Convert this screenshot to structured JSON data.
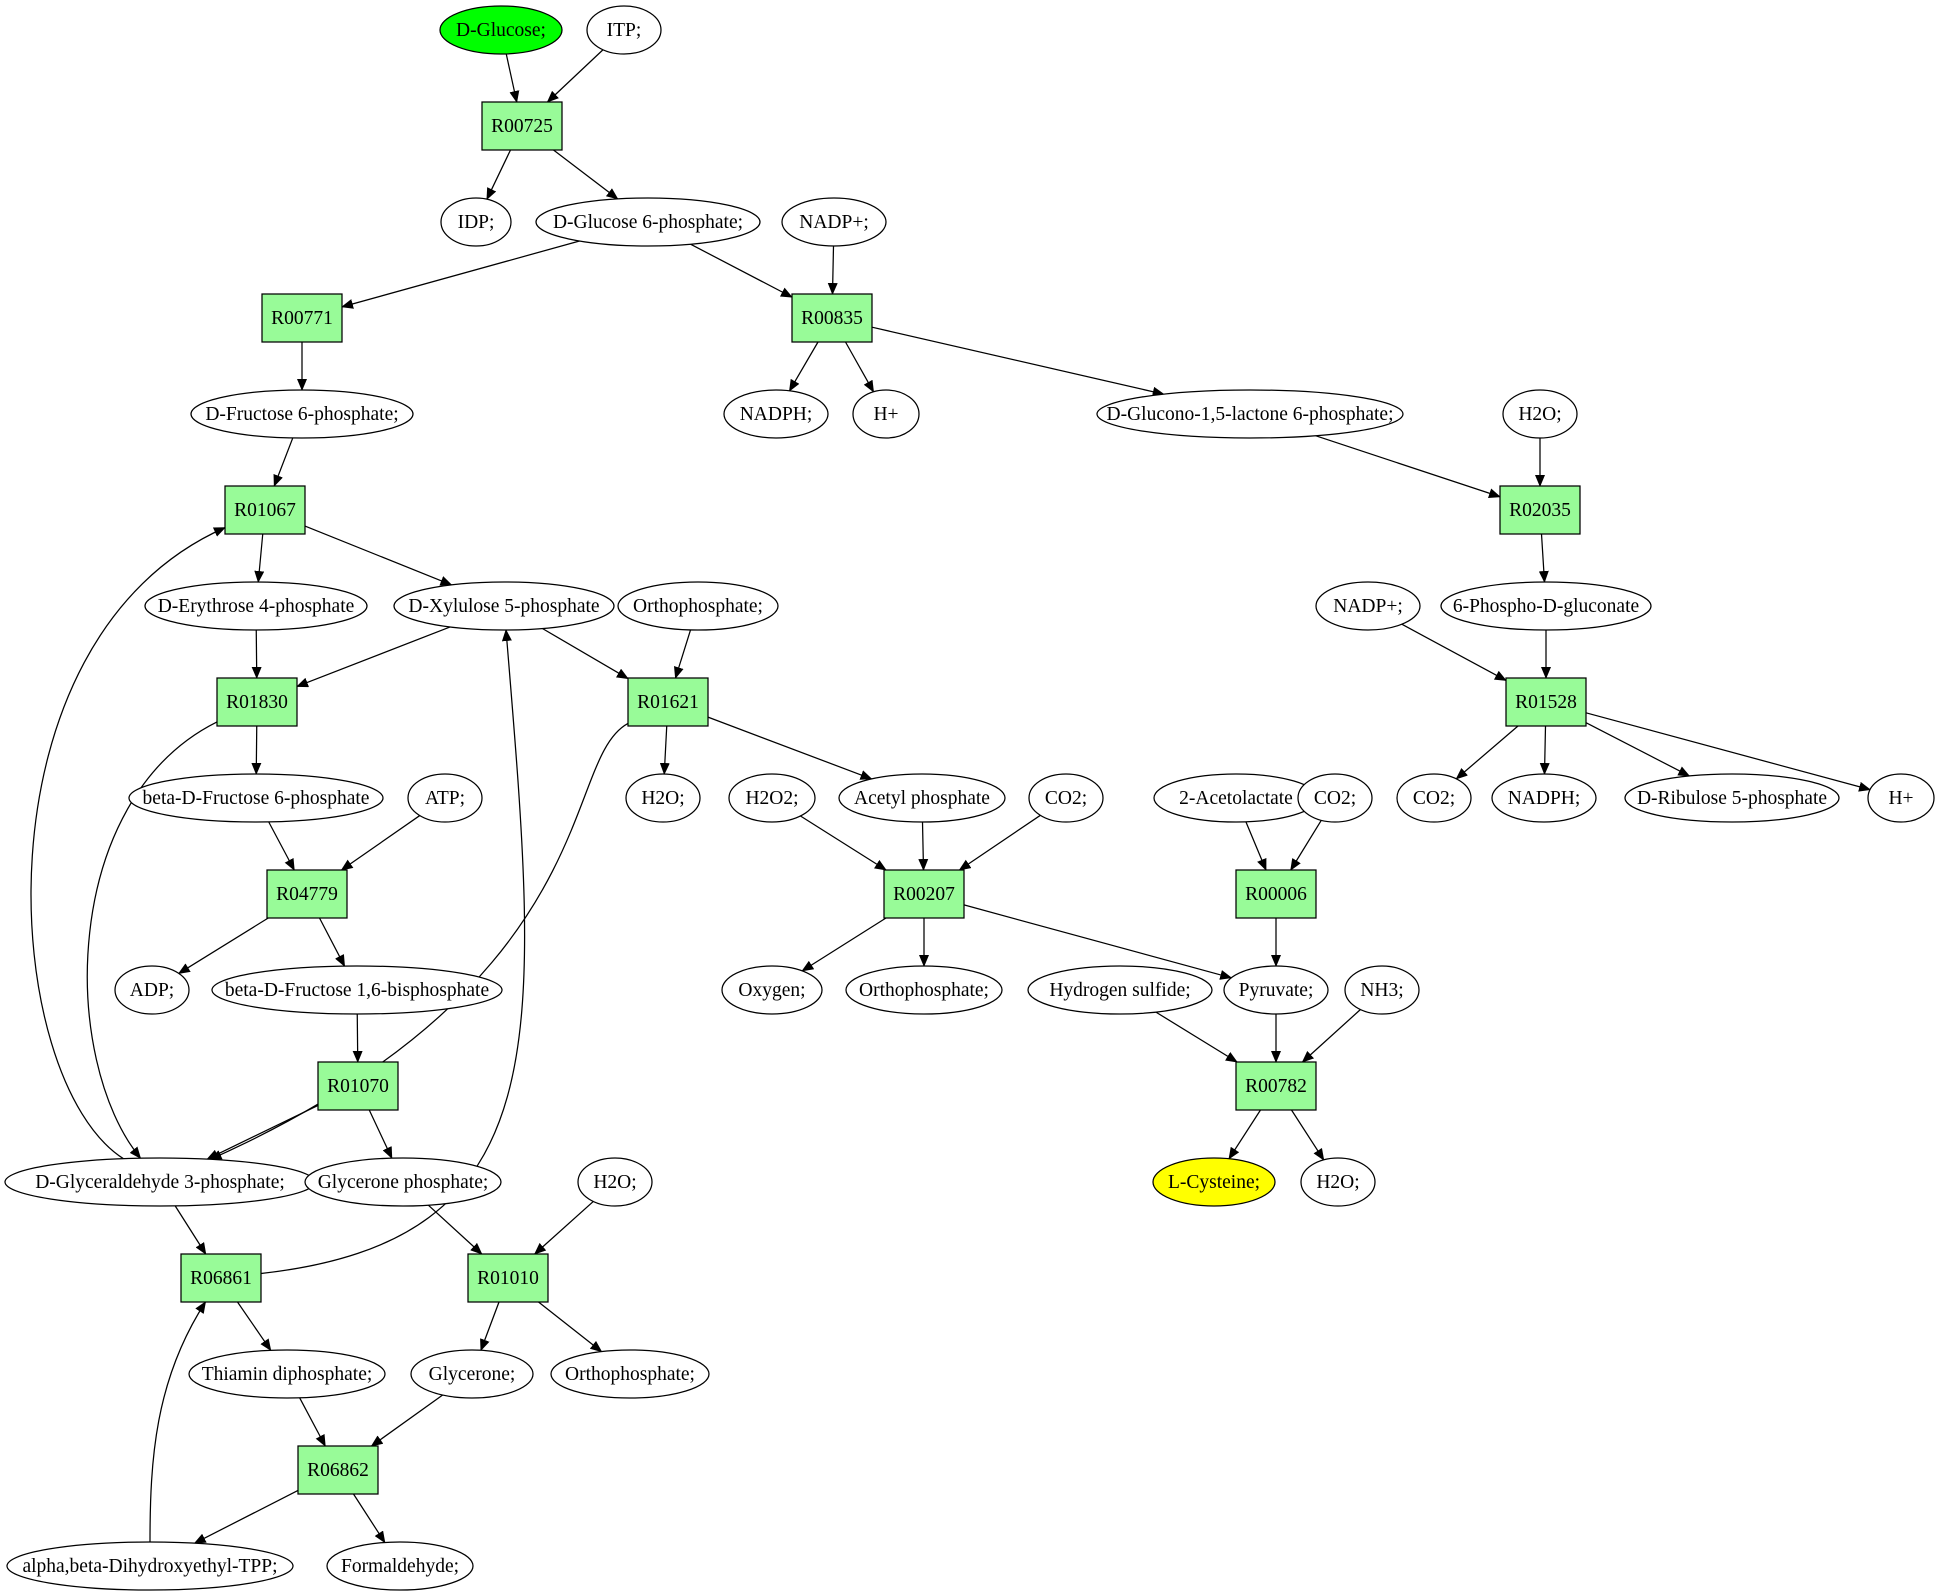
{
  "colors": {
    "reaction_fill": "#98fb98",
    "source_fill": "#00ff00",
    "target_fill": "#ffff00",
    "compound_fill": "#ffffff",
    "stroke": "#000000"
  },
  "nodes": [
    {
      "id": "glc",
      "kind": "compound",
      "label": "D-Glucose;",
      "highlight": "source"
    },
    {
      "id": "itp",
      "kind": "compound",
      "label": "ITP;"
    },
    {
      "id": "R00725",
      "kind": "reaction",
      "label": "R00725"
    },
    {
      "id": "idp",
      "kind": "compound",
      "label": "IDP;"
    },
    {
      "id": "g6p",
      "kind": "compound",
      "label": "D-Glucose 6-phosphate;"
    },
    {
      "id": "nadp1",
      "kind": "compound",
      "label": "NADP+;"
    },
    {
      "id": "R00771",
      "kind": "reaction",
      "label": "R00771"
    },
    {
      "id": "R00835",
      "kind": "reaction",
      "label": "R00835"
    },
    {
      "id": "f6p",
      "kind": "compound",
      "label": "D-Fructose 6-phosphate;"
    },
    {
      "id": "nadph1",
      "kind": "compound",
      "label": "NADPH;"
    },
    {
      "id": "hplus1",
      "kind": "compound",
      "label": "H+"
    },
    {
      "id": "glucono",
      "kind": "compound",
      "label": "D-Glucono-1,5-lactone 6-phosphate;"
    },
    {
      "id": "h2o_a",
      "kind": "compound",
      "label": "H2O;"
    },
    {
      "id": "R01067",
      "kind": "reaction",
      "label": "R01067"
    },
    {
      "id": "R02035",
      "kind": "reaction",
      "label": "R02035"
    },
    {
      "id": "e4p",
      "kind": "compound",
      "label": "D-Erythrose 4-phosphate"
    },
    {
      "id": "x5p",
      "kind": "compound",
      "label": "D-Xylulose 5-phosphate"
    },
    {
      "id": "pi1",
      "kind": "compound",
      "label": "Orthophosphate;"
    },
    {
      "id": "nadp2",
      "kind": "compound",
      "label": "NADP+;"
    },
    {
      "id": "pgluc",
      "kind": "compound",
      "label": "6-Phospho-D-gluconate"
    },
    {
      "id": "R01830",
      "kind": "reaction",
      "label": "R01830"
    },
    {
      "id": "R01621",
      "kind": "reaction",
      "label": "R01621"
    },
    {
      "id": "R01528",
      "kind": "reaction",
      "label": "R01528"
    },
    {
      "id": "bf6p",
      "kind": "compound",
      "label": "beta-D-Fructose 6-phosphate"
    },
    {
      "id": "atp",
      "kind": "compound",
      "label": "ATP;"
    },
    {
      "id": "h2o_b",
      "kind": "compound",
      "label": "H2O;"
    },
    {
      "id": "h2o2",
      "kind": "compound",
      "label": "H2O2;"
    },
    {
      "id": "acp",
      "kind": "compound",
      "label": "Acetyl phosphate"
    },
    {
      "id": "co2_a",
      "kind": "compound",
      "label": "CO2;"
    },
    {
      "id": "acetolac",
      "kind": "compound",
      "label": "2-Acetolactate"
    },
    {
      "id": "co2_b",
      "kind": "compound",
      "label": "CO2;"
    },
    {
      "id": "co2_c",
      "kind": "compound",
      "label": "CO2;"
    },
    {
      "id": "nadph2",
      "kind": "compound",
      "label": "NADPH;"
    },
    {
      "id": "ru5p",
      "kind": "compound",
      "label": "D-Ribulose 5-phosphate"
    },
    {
      "id": "hplus2",
      "kind": "compound",
      "label": "H+"
    },
    {
      "id": "R04779",
      "kind": "reaction",
      "label": "R04779"
    },
    {
      "id": "R00207",
      "kind": "reaction",
      "label": "R00207"
    },
    {
      "id": "R00006",
      "kind": "reaction",
      "label": "R00006"
    },
    {
      "id": "adp",
      "kind": "compound",
      "label": "ADP;"
    },
    {
      "id": "fbp",
      "kind": "compound",
      "label": "beta-D-Fructose 1,6-bisphosphate"
    },
    {
      "id": "oxygen",
      "kind": "compound",
      "label": "Oxygen;"
    },
    {
      "id": "pi2",
      "kind": "compound",
      "label": "Orthophosphate;"
    },
    {
      "id": "h2s",
      "kind": "compound",
      "label": "Hydrogen sulfide;"
    },
    {
      "id": "pyr",
      "kind": "compound",
      "label": "Pyruvate;"
    },
    {
      "id": "nh3",
      "kind": "compound",
      "label": "NH3;"
    },
    {
      "id": "R01070",
      "kind": "reaction",
      "label": "R01070"
    },
    {
      "id": "R00782",
      "kind": "reaction",
      "label": "R00782"
    },
    {
      "id": "gap",
      "kind": "compound",
      "label": "D-Glyceraldehyde 3-phosphate;"
    },
    {
      "id": "dhap",
      "kind": "compound",
      "label": "Glycerone phosphate;"
    },
    {
      "id": "h2o_c",
      "kind": "compound",
      "label": "H2O;"
    },
    {
      "id": "cys",
      "kind": "compound",
      "label": "L-Cysteine;",
      "highlight": "target"
    },
    {
      "id": "h2o_d",
      "kind": "compound",
      "label": "H2O;"
    },
    {
      "id": "R06861",
      "kind": "reaction",
      "label": "R06861"
    },
    {
      "id": "R01010",
      "kind": "reaction",
      "label": "R01010"
    },
    {
      "id": "tpp",
      "kind": "compound",
      "label": "Thiamin diphosphate;"
    },
    {
      "id": "glycerone",
      "kind": "compound",
      "label": "Glycerone;"
    },
    {
      "id": "pi3",
      "kind": "compound",
      "label": "Orthophosphate;"
    },
    {
      "id": "R06862",
      "kind": "reaction",
      "label": "R06862"
    },
    {
      "id": "dhetpp",
      "kind": "compound",
      "label": "alpha,beta-Dihydroxyethyl-TPP;"
    },
    {
      "id": "hcho",
      "kind": "compound",
      "label": "Formaldehyde;"
    }
  ],
  "edges": [
    [
      "glc",
      "R00725"
    ],
    [
      "itp",
      "R00725"
    ],
    [
      "R00725",
      "idp"
    ],
    [
      "R00725",
      "g6p"
    ],
    [
      "g6p",
      "R00771"
    ],
    [
      "g6p",
      "R00835"
    ],
    [
      "nadp1",
      "R00835"
    ],
    [
      "R00771",
      "f6p"
    ],
    [
      "R00835",
      "nadph1"
    ],
    [
      "R00835",
      "hplus1"
    ],
    [
      "R00835",
      "glucono"
    ],
    [
      "f6p",
      "R01067"
    ],
    [
      "glucono",
      "R02035"
    ],
    [
      "h2o_a",
      "R02035"
    ],
    [
      "R01067",
      "e4p"
    ],
    [
      "R01067",
      "x5p"
    ],
    [
      "R02035",
      "pgluc"
    ],
    [
      "e4p",
      "R01830"
    ],
    [
      "x5p",
      "R01830"
    ],
    [
      "x5p",
      "R01621"
    ],
    [
      "pi1",
      "R01621"
    ],
    [
      "nadp2",
      "R01528"
    ],
    [
      "pgluc",
      "R01528"
    ],
    [
      "R01830",
      "bf6p"
    ],
    [
      "R01830",
      "gap"
    ],
    [
      "R01621",
      "h2o_b"
    ],
    [
      "R01621",
      "acp"
    ],
    [
      "R01621",
      "gap"
    ],
    [
      "R01528",
      "co2_c"
    ],
    [
      "R01528",
      "nadph2"
    ],
    [
      "R01528",
      "ru5p"
    ],
    [
      "R01528",
      "hplus2"
    ],
    [
      "bf6p",
      "R04779"
    ],
    [
      "atp",
      "R04779"
    ],
    [
      "h2o2",
      "R00207"
    ],
    [
      "acp",
      "R00207"
    ],
    [
      "co2_a",
      "R00207"
    ],
    [
      "acetolac",
      "R00006"
    ],
    [
      "co2_b",
      "R00006"
    ],
    [
      "R04779",
      "adp"
    ],
    [
      "R04779",
      "fbp"
    ],
    [
      "R00207",
      "oxygen"
    ],
    [
      "R00207",
      "pi2"
    ],
    [
      "R00207",
      "pyr"
    ],
    [
      "R00006",
      "pyr"
    ],
    [
      "fbp",
      "R01070"
    ],
    [
      "h2s",
      "R00782"
    ],
    [
      "pyr",
      "R00782"
    ],
    [
      "nh3",
      "R00782"
    ],
    [
      "R01070",
      "gap"
    ],
    [
      "R01070",
      "dhap"
    ],
    [
      "R00782",
      "cys"
    ],
    [
      "R00782",
      "h2o_d"
    ],
    [
      "gap",
      "R01067"
    ],
    [
      "gap",
      "R06861"
    ],
    [
      "dhap",
      "R01010"
    ],
    [
      "h2o_c",
      "R01010"
    ],
    [
      "R06861",
      "x5p"
    ],
    [
      "R06861",
      "tpp"
    ],
    [
      "R01010",
      "glycerone"
    ],
    [
      "R01010",
      "pi3"
    ],
    [
      "tpp",
      "R06862"
    ],
    [
      "glycerone",
      "R06862"
    ],
    [
      "R06862",
      "dhetpp"
    ],
    [
      "R06862",
      "hcho"
    ],
    [
      "dhetpp",
      "R06861"
    ]
  ]
}
